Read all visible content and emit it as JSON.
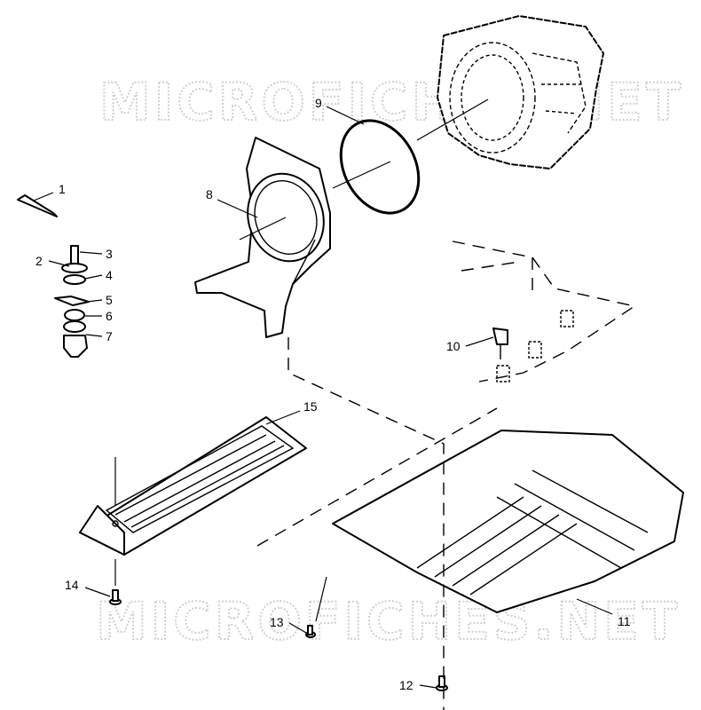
{
  "watermark_top": "MICROFICHES.NET",
  "watermark_bottom": "MICROFICHES.NET",
  "callouts": {
    "c1": "1",
    "c2": "2",
    "c3": "3",
    "c4": "4",
    "c5": "5",
    "c6": "6",
    "c7": "7",
    "c8": "8",
    "c9": "9",
    "c10": "10",
    "c11": "11",
    "c12": "12",
    "c13": "13",
    "c14": "14",
    "c15": "15"
  }
}
